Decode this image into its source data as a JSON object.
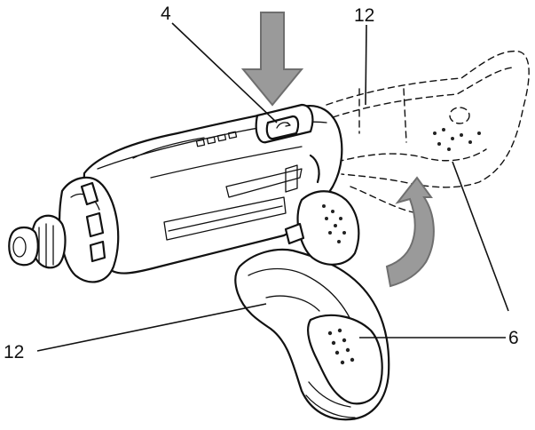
{
  "callouts": {
    "label_4": "4",
    "label_12_top": "12",
    "label_12_left": "12",
    "label_6": "6"
  },
  "colors": {
    "line": "#111111",
    "arrow_fill": "#9a9a9a",
    "arrow_stroke": "#6f6f6f",
    "background": "#ffffff"
  }
}
